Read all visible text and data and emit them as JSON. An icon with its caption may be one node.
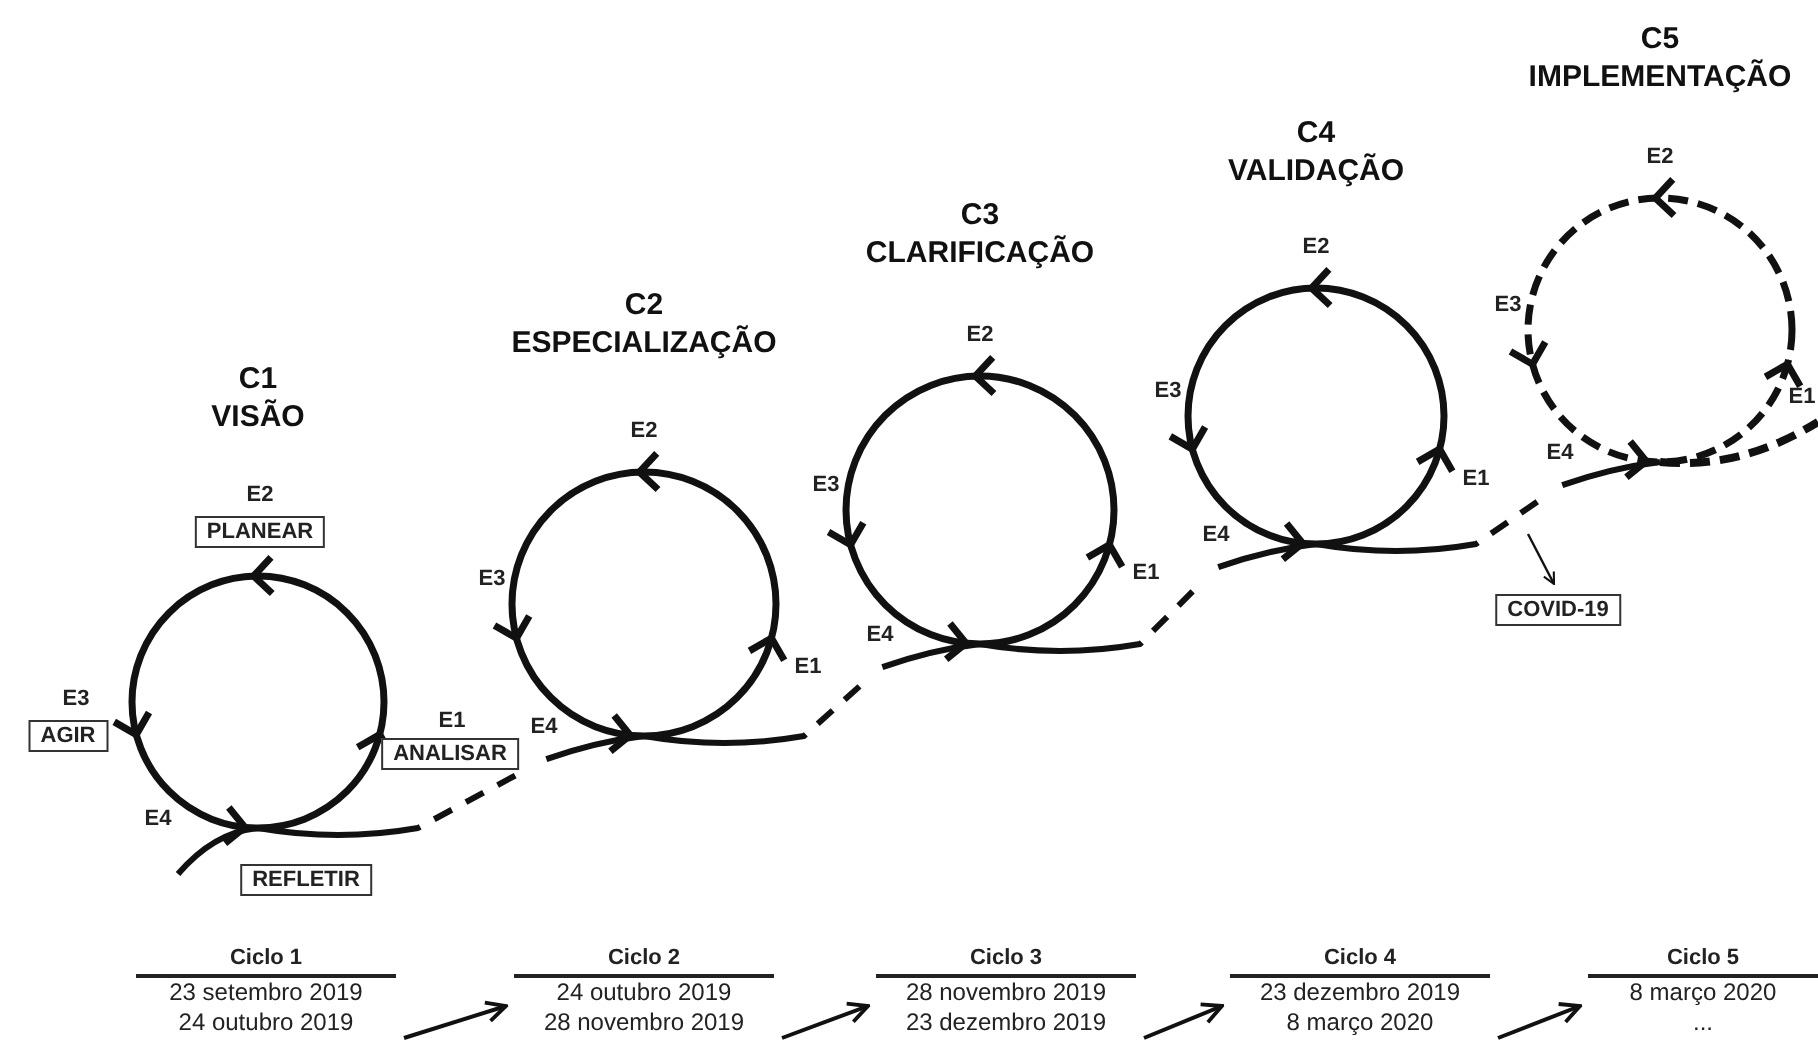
{
  "diagram": {
    "nodes": [
      {
        "text": [],
        "shape": "circle"
      },
      {
        "text": [
          "PLANEAR"
        ]
      },
      {
        "text": [
          "AGIR"
        ]
      },
      {
        "text": [
          "ANALISAR"
        ]
      },
      {
        "text": [
          "REFLETIR"
        ]
      },
      {
        "text": [],
        "shape": "circle"
      },
      {
        "text": [],
        "shape": "circle"
      },
      {
        "text": [],
        "shape": "circle"
      },
      {
        "text": [],
        "shape": "circle"
      },
      {
        "text": [
          "COVID-19"
        ]
      },
      {
        "text": [
          "Ciclo 1",
          "23 setembro 2019",
          "24 outubro 2019"
        ]
      },
      {
        "text": [
          "Ciclo 2",
          "24 outubro 2019",
          "28 novembro 2019"
        ]
      },
      {
        "text": [
          "Ciclo 3",
          "28 novembro 2019",
          "23 dezembro 2019"
        ]
      },
      {
        "text": [
          "Ciclo 4",
          "23 dezembro 2019",
          "8 março 2020"
        ]
      },
      {
        "text": [
          "Ciclo 5",
          "8 março 2020",
          "..."
        ]
      }
    ],
    "edges": [
      {
        "from": null,
        "to": 0,
        "arrow": "none"
      },
      {
        "from": 0,
        "to": 5,
        "arrow": "none",
        "style": "dashed"
      },
      {
        "from": 5,
        "to": 6,
        "arrow": "none",
        "style": "dashed"
      },
      {
        "from": 6,
        "to": 7,
        "arrow": "none",
        "style": "dashed"
      },
      {
        "from": 7,
        "to": 8,
        "arrow": "none",
        "style": "dashed"
      },
      {
        "from": 8,
        "to": null,
        "arrow": "none",
        "style": "dashed"
      },
      {
        "from": null,
        "to": 9,
        "arrow": "to"
      },
      {
        "from": 10,
        "to": 11,
        "arrow": "to"
      },
      {
        "from": 11,
        "to": 12,
        "arrow": "to"
      },
      {
        "from": 12,
        "to": 13,
        "arrow": "to"
      },
      {
        "from": 13,
        "to": 14,
        "arrow": "to"
      }
    ],
    "labels": [
      "C1 VISÃO",
      "E2",
      "E3",
      "E1",
      "E4",
      "C2 ESPECIALIZAÇÃO",
      "E2",
      "E3",
      "E1",
      "E4",
      "C3 CLARIFICAÇÃO",
      "E2",
      "E3",
      "E1",
      "E4",
      "C4 VALIDAÇÃO",
      "E2",
      "E3",
      "E1",
      "E4",
      "C5 IMPLEMENTAÇÃO",
      "E2",
      "E3",
      "E1",
      "E4"
    ]
  }
}
